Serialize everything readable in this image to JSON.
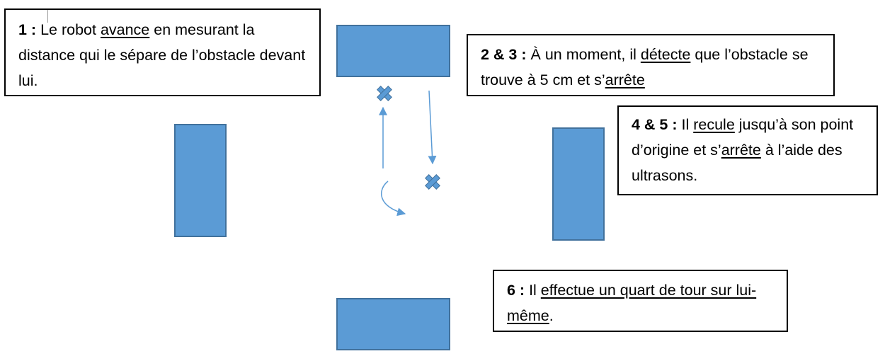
{
  "steps": [
    {
      "number": "1 :",
      "parts": [
        {
          "text": " Le robot ",
          "u": false
        },
        {
          "text": "avance",
          "u": true
        },
        {
          "text": " en mesurant la distance qui le sépare de l’obstacle devant lui.",
          "u": false
        }
      ]
    },
    {
      "number": "2 & 3 :",
      "parts": [
        {
          "text": " À un moment, il ",
          "u": false
        },
        {
          "text": "détecte",
          "u": true
        },
        {
          "text": " que l’obstacle se trouve à 5 cm et s’",
          "u": false
        },
        {
          "text": "arrête",
          "u": true
        }
      ]
    },
    {
      "number": "4 & 5 :",
      "parts": [
        {
          "text": " Il ",
          "u": false
        },
        {
          "text": "recule",
          "u": true
        },
        {
          "text": " jusqu’à son point d’origine et s’",
          "u": false
        },
        {
          "text": "arrête",
          "u": true
        },
        {
          "text": " à l’aide des ultrasons.",
          "u": false
        }
      ]
    },
    {
      "number": "6 :",
      "parts": [
        {
          "text": " Il ",
          "u": false
        },
        {
          "text": "effectue un quart de tour sur lui-même",
          "u": true
        },
        {
          "text": ".",
          "u": false
        }
      ]
    }
  ],
  "colors": {
    "obstacle_fill": "#5b9bd5",
    "obstacle_border": "#41719c",
    "arrow": "#5b9bd5",
    "marker": "#5b9bd5"
  },
  "icons": {
    "stop_marker": "x-mark-icon",
    "rotation": "curved-arrow-icon"
  }
}
